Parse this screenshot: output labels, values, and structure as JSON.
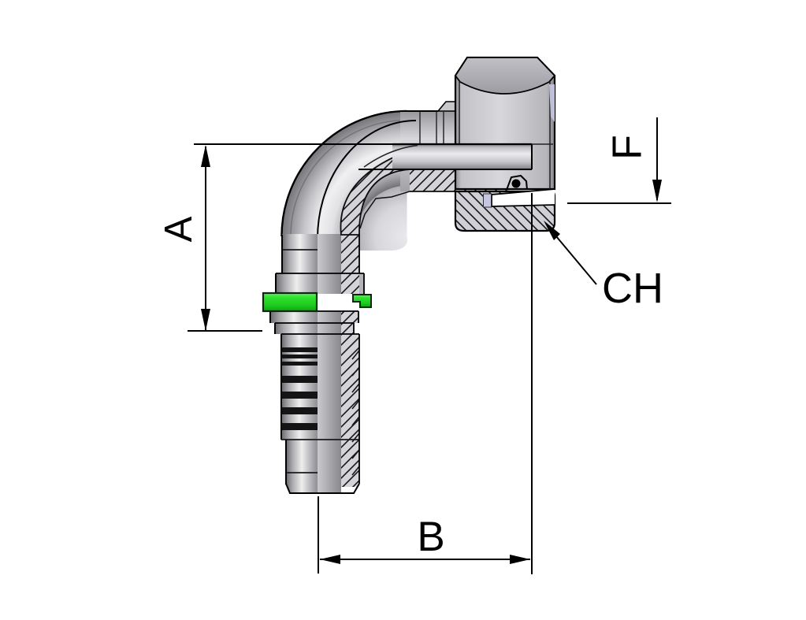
{
  "page": {
    "background": "#ffffff",
    "description": "Technical half-section drawing of a 90 degree elbow hose fitting with swivel nut, hose barb stem and green protective band"
  },
  "labels": {
    "a": "A",
    "b": "B",
    "f": "F",
    "ch": "CH"
  },
  "colors": {
    "line": "#000000",
    "metal_highlight": "#f0f0f2",
    "metal_mid": "#c2c2c6",
    "metal_dark": "#6e6e72",
    "hatch_fill": "#d3d3d8",
    "nut_top_face": "#a9a9b0",
    "nut_flat": "#d6d6da",
    "chamfer_lavender": "#bfbfda",
    "seal_green": "#2bdf2b",
    "seal_green_dark": "#12a112"
  }
}
